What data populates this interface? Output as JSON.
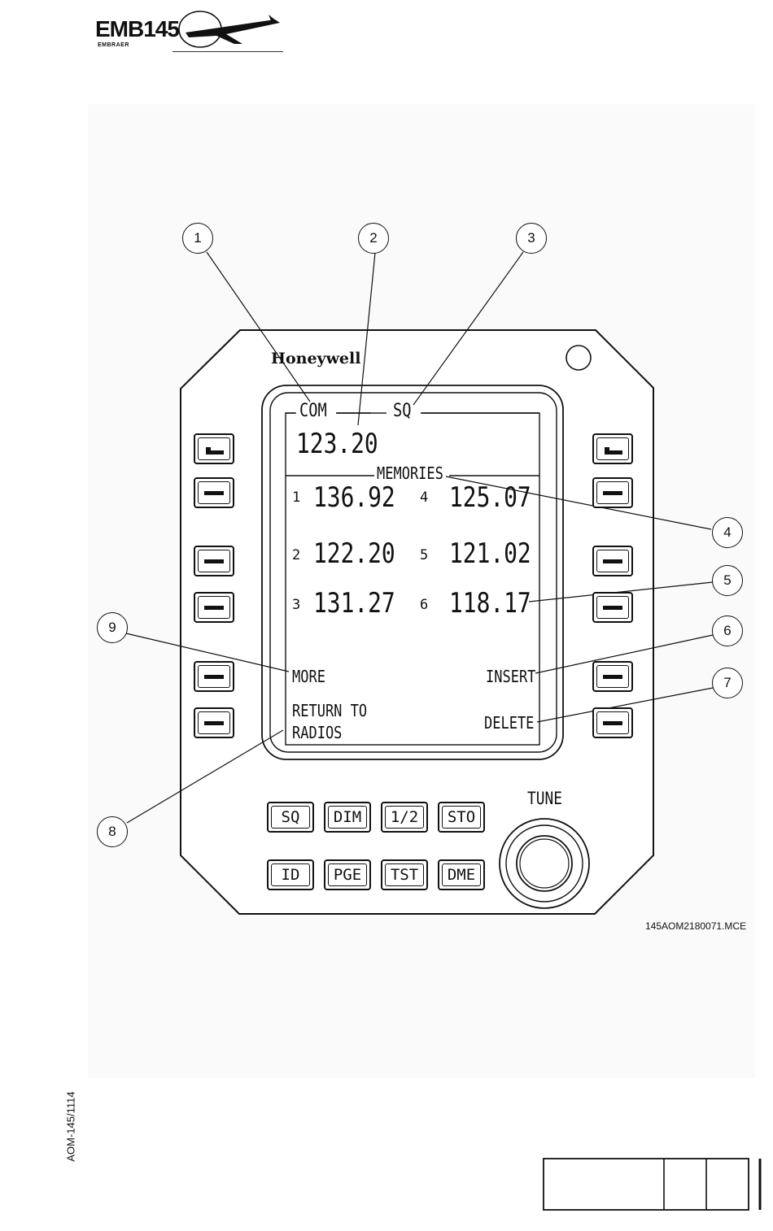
{
  "header": {
    "logo_text": "EMB145",
    "logo_sub": "EMBRAER"
  },
  "brand": "Honeywell",
  "screen": {
    "mode": "COM",
    "squelch": "SQ",
    "active_frequency": "123.20",
    "section_title": "MEMORIES",
    "memories": [
      {
        "index": "1",
        "freq": "136.92"
      },
      {
        "index": "2",
        "freq": "122.20"
      },
      {
        "index": "3",
        "freq": "131.27"
      },
      {
        "index": "4",
        "freq": "125.07"
      },
      {
        "index": "5",
        "freq": "121.02"
      },
      {
        "index": "6",
        "freq": "118.17"
      }
    ],
    "left_labels": {
      "more": "MORE",
      "return_line1": "RETURN TO",
      "return_line2": "RADIOS"
    },
    "right_labels": {
      "insert": "INSERT",
      "delete": "DELETE"
    }
  },
  "buttons_row1": [
    "SQ",
    "DIM",
    "1/2",
    "STO"
  ],
  "buttons_row2": [
    "ID",
    "PGE",
    "TST",
    "DME"
  ],
  "tune_label": "TUNE",
  "callouts": [
    "1",
    "2",
    "3",
    "4",
    "5",
    "6",
    "7",
    "8",
    "9"
  ],
  "drawing_id": "145AOM2180071.MCE",
  "doc_id": "AOM-145/1114"
}
